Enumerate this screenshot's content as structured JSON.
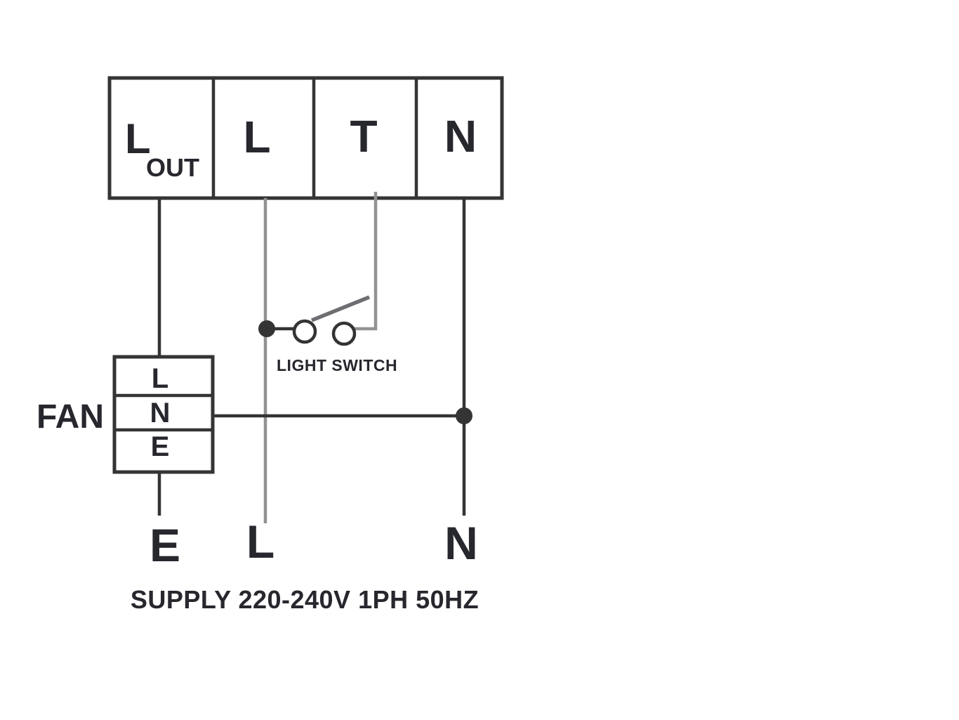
{
  "diagram": {
    "controller_block": {
      "terminals": [
        {
          "label": "L",
          "subscript": "OUT"
        },
        {
          "label": "L"
        },
        {
          "label": "T"
        },
        {
          "label": "N"
        }
      ]
    },
    "fan": {
      "label": "FAN",
      "terminals": [
        {
          "label": "L"
        },
        {
          "label": "N"
        },
        {
          "label": "E"
        }
      ]
    },
    "light_switch": {
      "label": "LIGHT SWITCH"
    },
    "supply": {
      "terminals": [
        {
          "label": "E"
        },
        {
          "label": "L"
        },
        {
          "label": "N"
        }
      ],
      "caption": "SUPPLY 220-240V 1PH 50HZ"
    },
    "colors": {
      "line_dark": "#343434",
      "line_gray": "#929292",
      "lever": "#6e6e72",
      "text": "#27272e",
      "background": "#ffffff"
    }
  }
}
